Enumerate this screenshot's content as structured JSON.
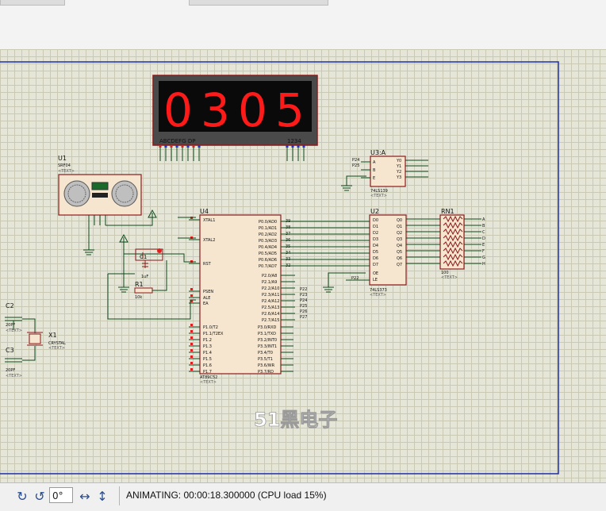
{
  "statusbar": {
    "rotation_value": "0°",
    "status_text": "ANIMATING: 00:00:18.300000 (CPU load 15%)"
  },
  "icons": {
    "rotate_cw": "rotate-clockwise-icon",
    "rotate_ccw": "rotate-counterclockwise-icon",
    "mirror_h": "mirror-horizontal-icon",
    "mirror_v": "mirror-vertical-icon"
  },
  "colors": {
    "canvas": "#e6e6d8",
    "component_fill": "#f6e6cf",
    "component_border": "#8b1a1a",
    "wire": "#0a4a1a",
    "display_digit": "#ff1a1a",
    "sheet_border": "#1c2fa8"
  },
  "schematic": {
    "display": {
      "digits": [
        "0",
        "3",
        "0",
        "5"
      ],
      "seg_label": "ABCDEFG DP",
      "pos_label": "1234"
    },
    "u1": {
      "ref": "U1",
      "part": "SRF04",
      "text": "<TEXT>"
    },
    "u3a": {
      "ref": "U3:A",
      "part": "74LS139",
      "text": "<TEXT>",
      "left_pins": [
        "A",
        "B",
        "E"
      ],
      "right_pins": [
        "Y0",
        "Y1",
        "Y2",
        "Y3"
      ],
      "in_labels": [
        "P24",
        "P25"
      ]
    },
    "u4": {
      "ref": "U4",
      "part": "AT89C52",
      "text": "<TEXT>",
      "left_pins": [
        "XTAL1",
        "XTAL2",
        "RST",
        "PSEN",
        "ALE",
        "EA",
        "P1.0/T2",
        "P1.1/T2EX",
        "P1.2",
        "P1.3",
        "P1.4",
        "P1.5",
        "P1.6",
        "P1.7"
      ],
      "p0_pins": [
        "P0.0/AD0",
        "P0.1/AD1",
        "P0.2/AD2",
        "P0.3/AD3",
        "P0.4/AD4",
        "P0.5/AD5",
        "P0.6/AD6",
        "P0.7/AD7"
      ],
      "p2_pins": [
        "P2.0/A8",
        "P2.1/A9",
        "P2.2/A10",
        "P2.3/A11",
        "P2.4/A12",
        "P2.5/A13",
        "P2.6/A14",
        "P2.7/A15"
      ],
      "p3_pins": [
        "P3.0/RXD",
        "P3.1/TXD",
        "P3.2/INT0",
        "P3.3/INT1",
        "P3.4/T0",
        "P3.5/T1",
        "P3.6/WR",
        "P3.7/RD"
      ],
      "p0_nums": [
        "39",
        "38",
        "37",
        "36",
        "35",
        "34",
        "33",
        "32"
      ],
      "p2_nets": [
        "P22",
        "P23",
        "P24",
        "P25",
        "P26",
        "P27"
      ]
    },
    "u2": {
      "ref": "U2",
      "part": "74LS373",
      "text": "<TEXT>",
      "d_pins": [
        "D0",
        "D1",
        "D2",
        "D3",
        "D4",
        "D5",
        "D6",
        "D7"
      ],
      "q_pins": [
        "Q0",
        "Q1",
        "Q2",
        "Q3",
        "Q4",
        "Q5",
        "Q6",
        "Q7"
      ],
      "ctrl_pins": [
        "OE",
        "LE"
      ],
      "le_net": "P22"
    },
    "rn1": {
      "ref": "RN1",
      "value": "100",
      "text": "<TEXT>",
      "outs": [
        "A",
        "B",
        "C",
        "D",
        "E",
        "F",
        "G",
        "H"
      ]
    },
    "c1": {
      "ref": "C1",
      "value": "1uF"
    },
    "r1": {
      "ref": "R1",
      "value": "10k"
    },
    "c2": {
      "ref": "C2",
      "value": "20PF",
      "text": "<TEXT>"
    },
    "c3": {
      "ref": "C3",
      "value": "20PF",
      "text": "<TEXT>"
    },
    "x1": {
      "ref": "X1",
      "part": "CRYSTAL",
      "text": "<TEXT>"
    },
    "watermark": "51黑电子"
  }
}
